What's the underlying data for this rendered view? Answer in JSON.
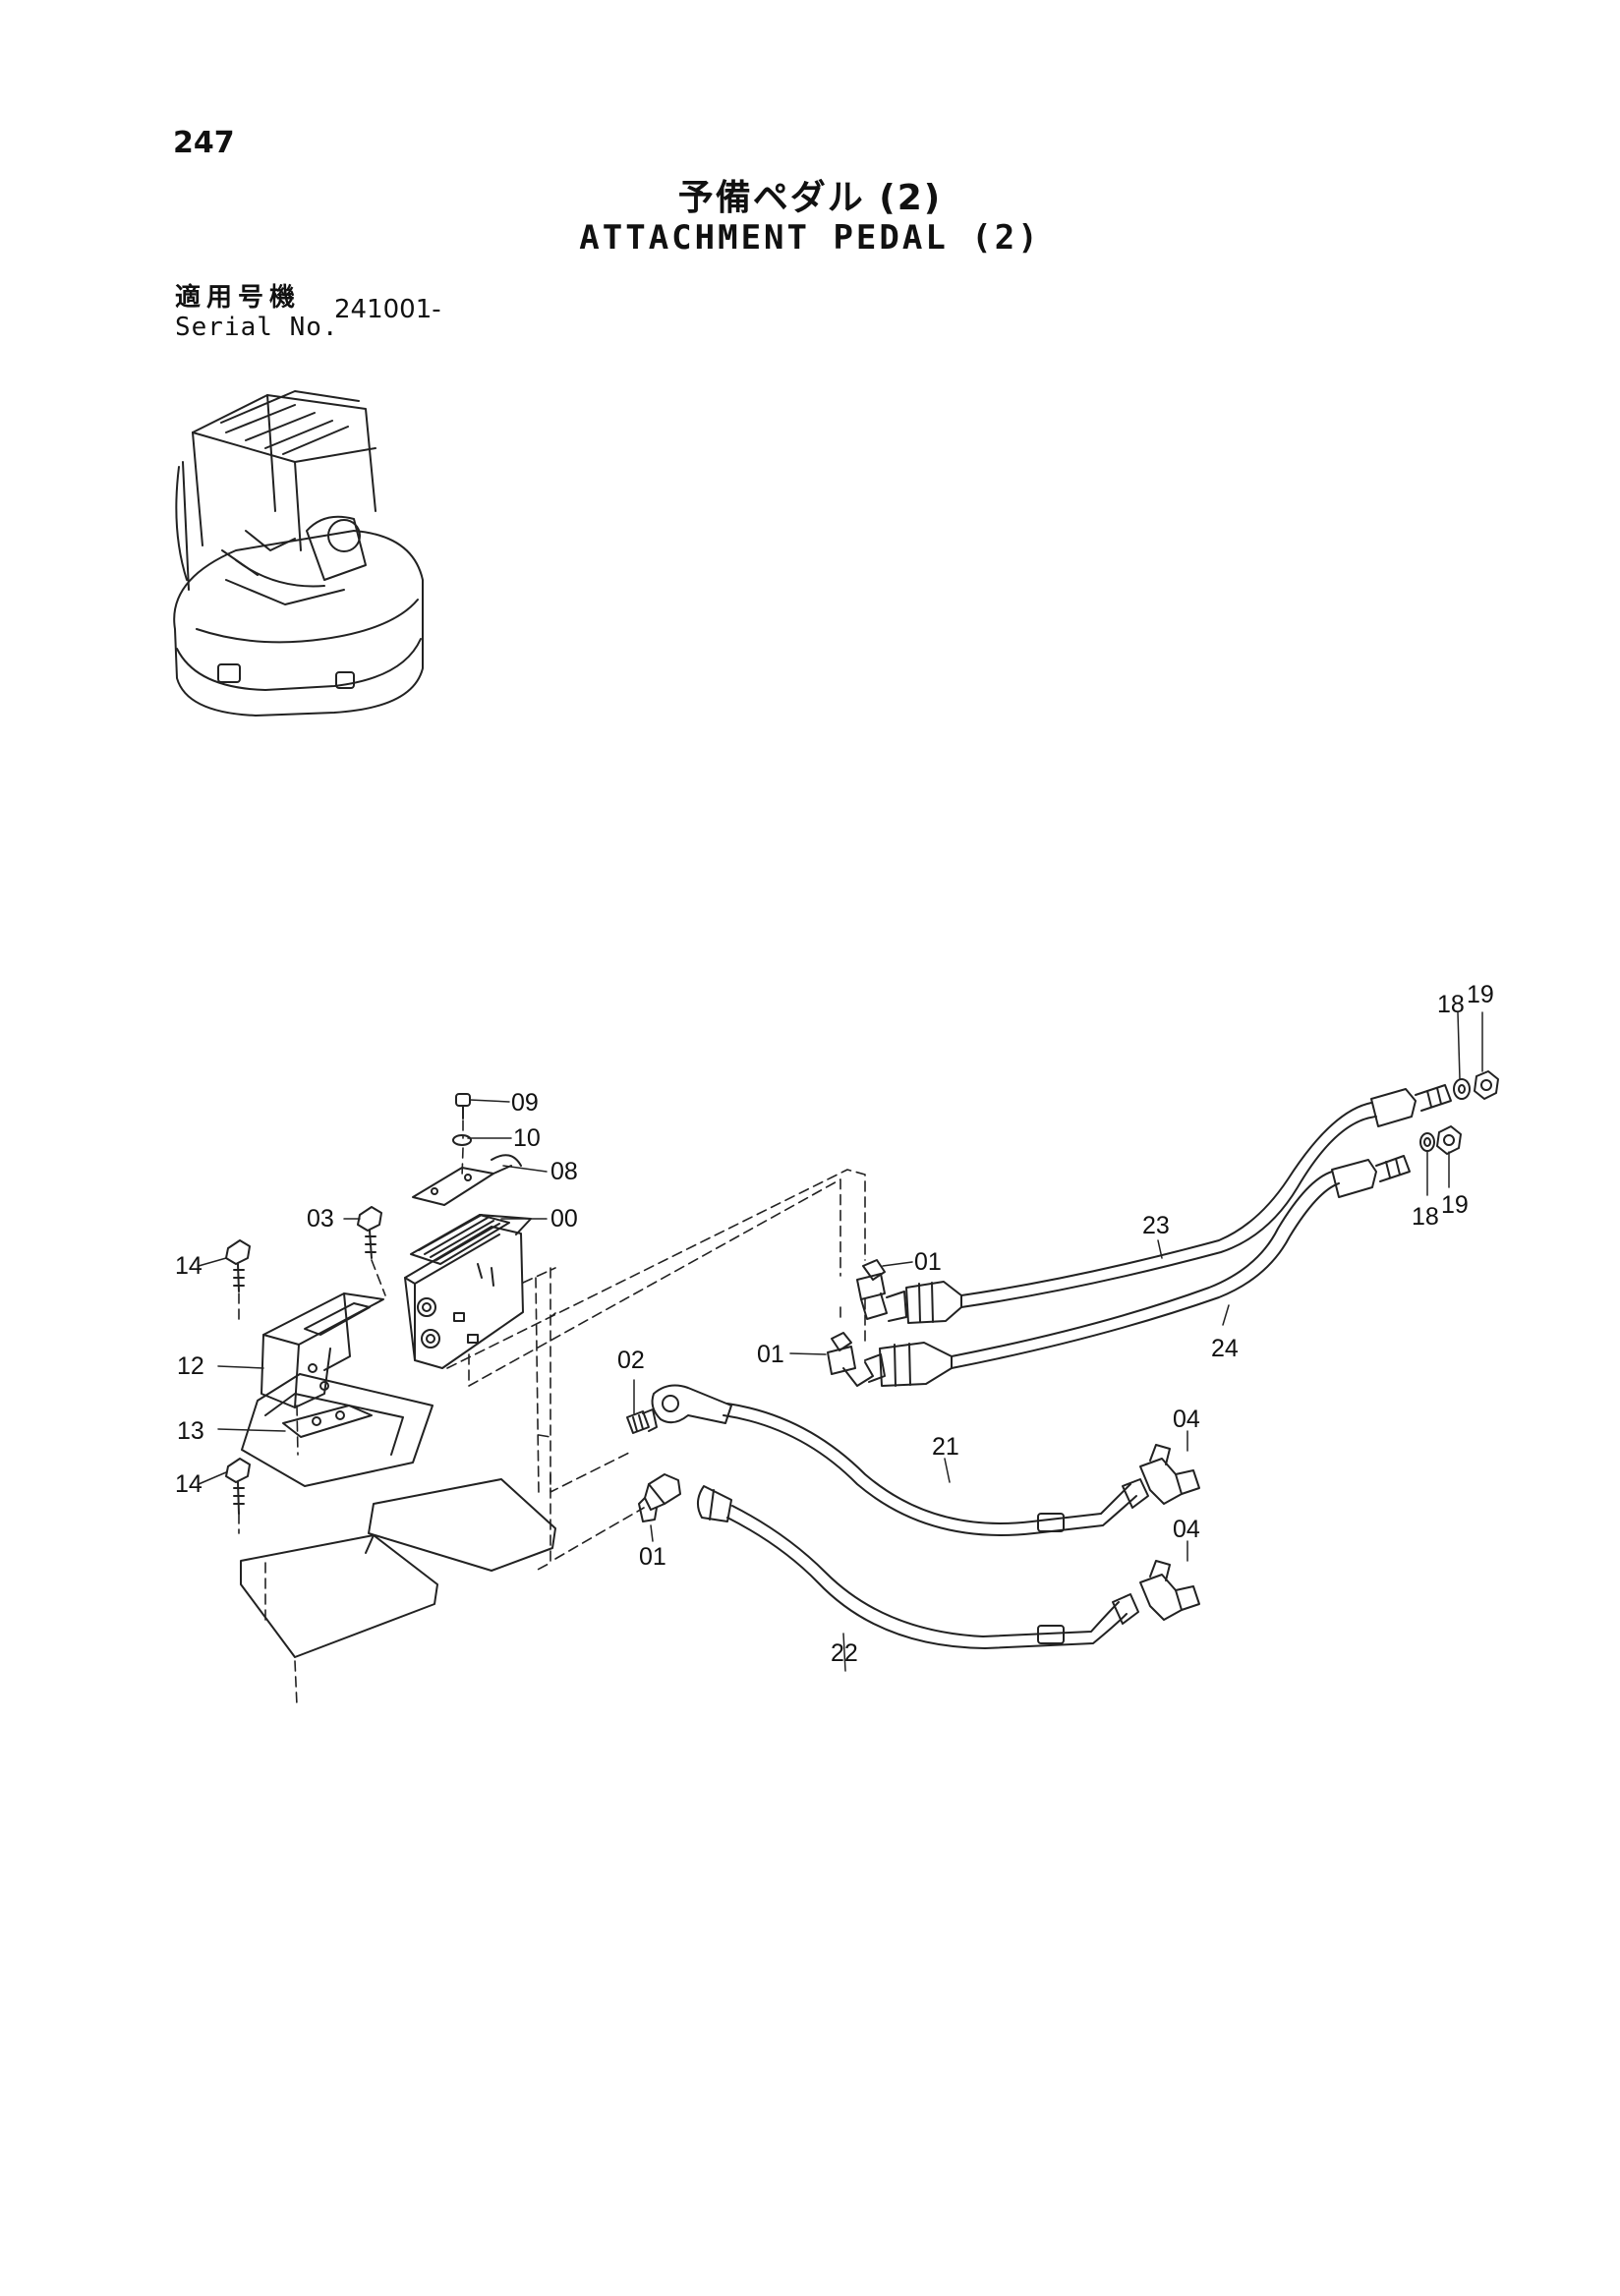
{
  "page_number": "247",
  "title_jp": "予備ペダル (2)",
  "title_en": "ATTACHMENT PEDAL (2)",
  "serial": {
    "label_jp": "適用号機",
    "label_en": "Serial No.",
    "value": "241001-"
  },
  "callouts": [
    {
      "id": "c09",
      "text": "09"
    },
    {
      "id": "c10",
      "text": "10"
    },
    {
      "id": "c08",
      "text": "08"
    },
    {
      "id": "c03",
      "text": "03"
    },
    {
      "id": "c00",
      "text": "00"
    },
    {
      "id": "c14a",
      "text": "14"
    },
    {
      "id": "c01a",
      "text": "01"
    },
    {
      "id": "c01b",
      "text": "01"
    },
    {
      "id": "c12",
      "text": "12"
    },
    {
      "id": "c02",
      "text": "02"
    },
    {
      "id": "c13",
      "text": "13"
    },
    {
      "id": "c14b",
      "text": "14"
    },
    {
      "id": "c01c",
      "text": "01"
    },
    {
      "id": "c23",
      "text": "23"
    },
    {
      "id": "c24",
      "text": "24"
    },
    {
      "id": "c21",
      "text": "21"
    },
    {
      "id": "c22",
      "text": "22"
    },
    {
      "id": "c04a",
      "text": "04"
    },
    {
      "id": "c04b",
      "text": "04"
    },
    {
      "id": "c18a",
      "text": "18"
    },
    {
      "id": "c19a",
      "text": "19"
    },
    {
      "id": "c18b",
      "text": "18"
    },
    {
      "id": "c19b",
      "text": "19"
    }
  ]
}
